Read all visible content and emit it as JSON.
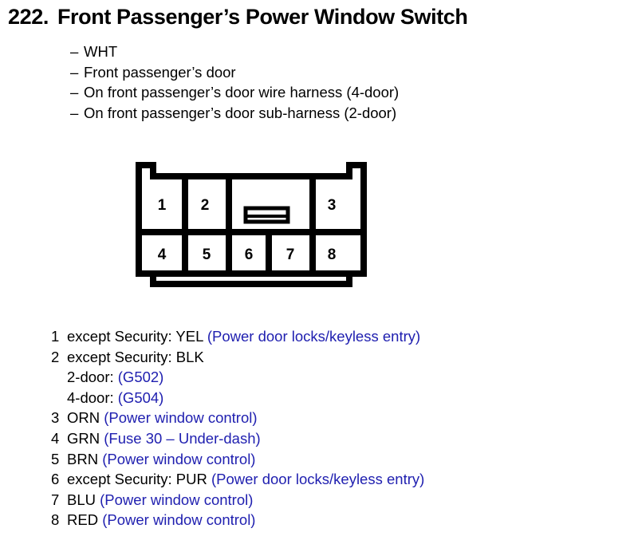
{
  "document": {
    "number": "222.",
    "title": "Front Passenger’s Power Window Switch",
    "subheads": [
      "WHT",
      "Front passenger’s door",
      "On front passenger’s door wire harness (4-door)",
      "On front passenger’s door sub-harness (2-door)"
    ],
    "dash": "–"
  },
  "connector": {
    "name": "8-pin connector",
    "top_row": [
      "1",
      "2",
      "3"
    ],
    "bottom_row": [
      "4",
      "5",
      "6",
      "7",
      "8"
    ],
    "latch": "center-latch-tab"
  },
  "pins": [
    {
      "number": "1",
      "black": "except Security: YEL",
      "blue": "(Power door locks/keyless entry)",
      "sub": []
    },
    {
      "number": "2",
      "black": "except Security: BLK",
      "blue": "",
      "sub": [
        {
          "black": "2-door:",
          "blue": "(G502)"
        },
        {
          "black": "4-door:",
          "blue": "(G504)"
        }
      ]
    },
    {
      "number": "3",
      "black": "ORN",
      "blue": "(Power window control)",
      "sub": []
    },
    {
      "number": "4",
      "black": "GRN",
      "blue": "(Fuse 30 – Under-dash)",
      "sub": []
    },
    {
      "number": "5",
      "black": "BRN",
      "blue": "(Power window control)",
      "sub": []
    },
    {
      "number": "6",
      "black": "except Security: PUR",
      "blue": "(Power door locks/keyless entry)",
      "sub": []
    },
    {
      "number": "7",
      "black": "BLU",
      "blue": "(Power window control)",
      "sub": []
    },
    {
      "number": "8",
      "black": "RED",
      "blue": "(Power window control)",
      "sub": []
    }
  ],
  "colors": {
    "text": "#000000",
    "link_blue": "#2020b0",
    "background": "#ffffff"
  }
}
